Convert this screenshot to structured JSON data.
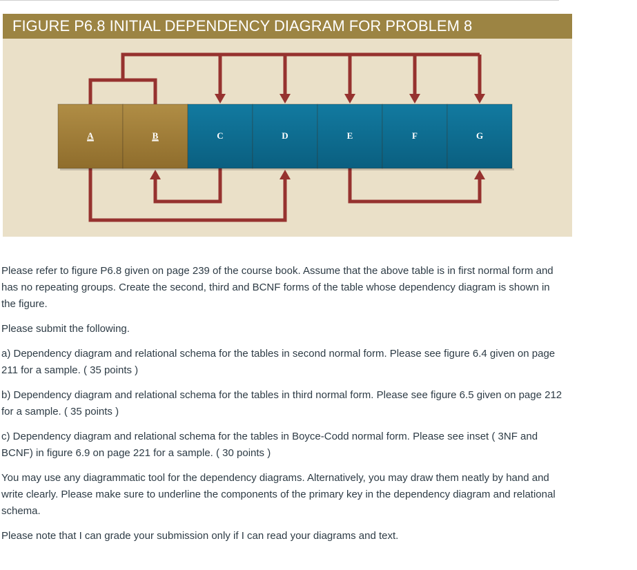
{
  "figure": {
    "title": "FIGURE P6.8  INITIAL DEPENDENCY DIAGRAM FOR PROBLEM 8",
    "attributes": [
      "A",
      "B",
      "C",
      "D",
      "E",
      "F",
      "G"
    ],
    "key_attributes": [
      "A",
      "B"
    ],
    "colors": {
      "key_cell": "#a07e36",
      "nonkey_cell": "#0d6e92",
      "arrow": "#96322f",
      "background": "#eae0c8",
      "title_bar": "#9c8443"
    },
    "dependencies": [
      {
        "from": [
          "A",
          "B"
        ],
        "to": [
          "C",
          "D",
          "E",
          "F",
          "G"
        ]
      },
      {
        "from": [
          "A"
        ],
        "to": [
          "D"
        ]
      },
      {
        "from": [
          "C"
        ],
        "to": [
          "B"
        ]
      },
      {
        "from": [
          "E"
        ],
        "to": [
          "G"
        ]
      }
    ]
  },
  "body": {
    "paragraphs": [
      "Please refer to figure P6.8 given on page 239 of the course book. Assume that the above table is in first normal form and has no repeating groups. Create the second, third and BCNF forms of the table whose dependency diagram is shown in the figure.",
      "Please submit the following.",
      "a) Dependency diagram and relational schema for the tables in second normal form. Please see figure 6.4 given on page 211 for a sample. ( 35 points )",
      "b) Dependency diagram and relational schema for the tables in third normal form. Please see figure 6.5 given on page 212 for a sample. ( 35 points )",
      "c)  Dependency diagram and relational schema for the tables in Boyce-Codd normal form. Please see inset ( 3NF and BCNF) in figure 6.9 on page 221 for a sample. ( 30 points )",
      "You may use any diagrammatic tool for the dependency diagrams. Alternatively, you may draw them neatly by hand and write clearly. Please make sure to underline the components of the primary key in the dependency diagram and relational schema.",
      "Please note that I can grade your submission only if I can read your diagrams and text."
    ]
  }
}
